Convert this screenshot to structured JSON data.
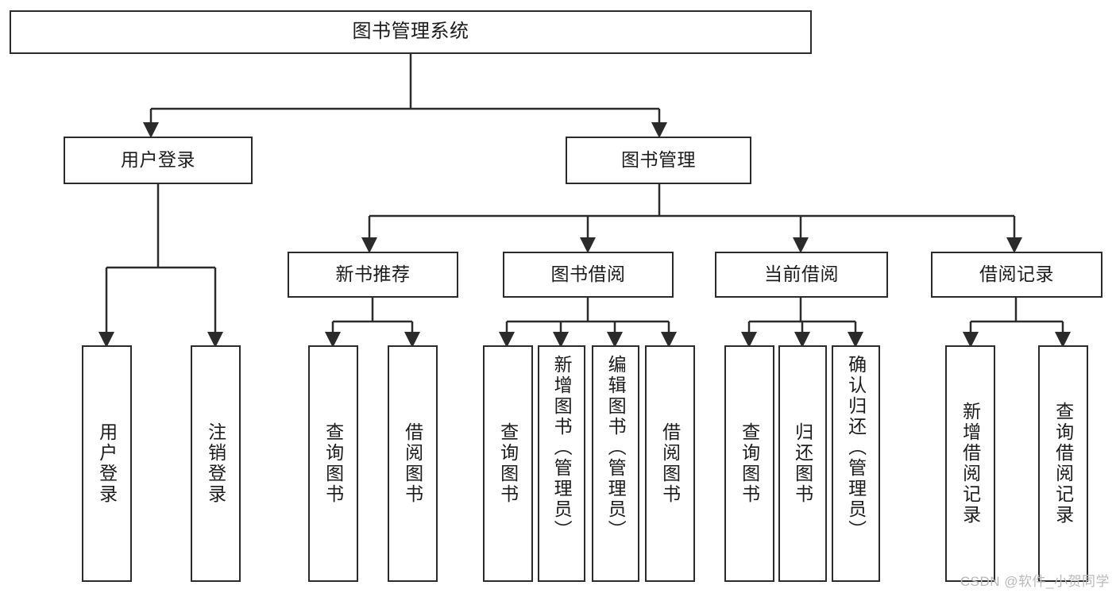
{
  "diagram": {
    "title": "图书管理系统",
    "type": "tree",
    "stroke_color": "#2b2b2b",
    "fill_color": "#ffffff",
    "text_color": "#1b1b1b"
  },
  "nodes": {
    "root": {
      "label": "图书管理系统"
    },
    "level1": [
      {
        "label": "用户登录"
      },
      {
        "label": "图书管理"
      }
    ],
    "level2": [
      {
        "label": "新书推荐"
      },
      {
        "label": "图书借阅"
      },
      {
        "label": "当前借阅"
      },
      {
        "label": "借阅记录"
      }
    ],
    "leaves_user_login": [
      {
        "label": "用户登录"
      },
      {
        "label": "注销登录"
      }
    ],
    "leaves_new_books": [
      {
        "label": "查询图书"
      },
      {
        "label": "借阅图书"
      }
    ],
    "leaves_borrow": [
      {
        "label": "查询图书"
      },
      {
        "label": "新增图书（管理员）"
      },
      {
        "label": "编辑图书（管理员）"
      },
      {
        "label": "借阅图书"
      }
    ],
    "leaves_current": [
      {
        "label": "查询图书"
      },
      {
        "label": "归还图书"
      },
      {
        "label": "确认归还（管理员）"
      }
    ],
    "leaves_records": [
      {
        "label": "新增借阅记录"
      },
      {
        "label": "查询借阅记录"
      }
    ]
  },
  "watermark": {
    "text": "CSDN @软件_小贺同学"
  }
}
